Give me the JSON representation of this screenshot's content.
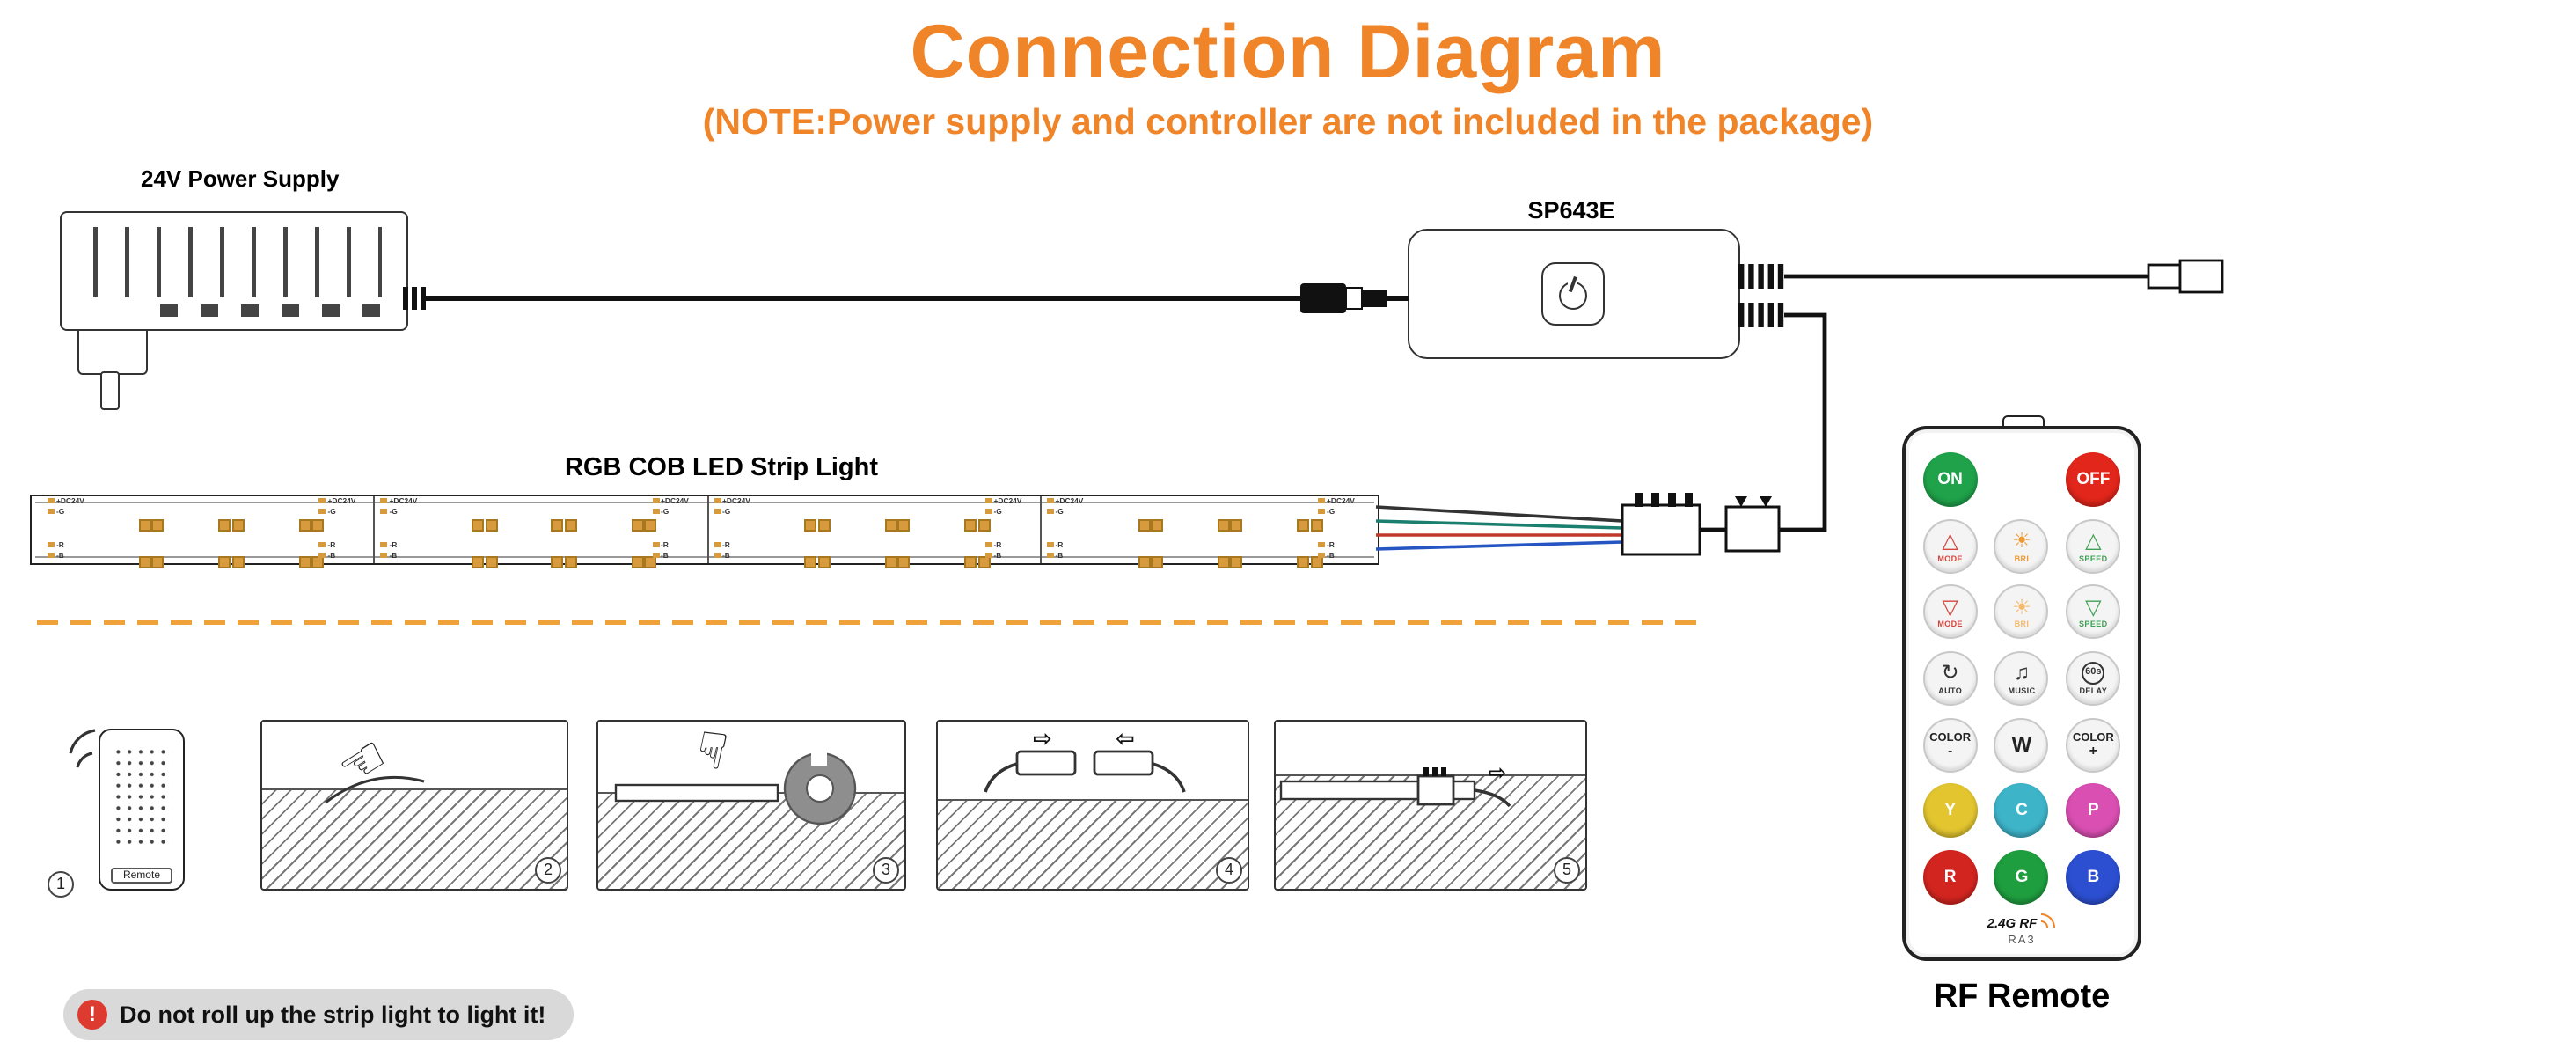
{
  "page": {
    "title": "Connection Diagram",
    "subtitle": "(NOTE:Power supply and controller are not included in the package)",
    "accent_color": "#F08428"
  },
  "diagram": {
    "power_supply_label": "24V Power Supply",
    "controller_label": "SP643E",
    "strip_label": "RGB COB LED Strip Light",
    "strip_pads": {
      "plus": "+DC24V",
      "g": "-G",
      "r": "-R",
      "b": "-B"
    },
    "segments": 4,
    "clusters_per_segment": 3
  },
  "steps": {
    "mini_remote_label": "Remote",
    "numbers": [
      "1",
      "2",
      "3",
      "4",
      "5"
    ]
  },
  "remote": {
    "name": "RF Remote",
    "footer": "2.4G RF",
    "model": "RA3",
    "delay_icon_text": "60s",
    "rows": [
      [
        {
          "type": "solid",
          "label": "ON",
          "bg": "#1FA24A"
        },
        {
          "type": "empty"
        },
        {
          "type": "solid",
          "label": "OFF",
          "bg": "#E3261B"
        }
      ],
      [
        {
          "type": "icon",
          "icon": "tri-up",
          "color": "#D5453C",
          "sub": "MODE"
        },
        {
          "type": "icon",
          "icon": "sun",
          "color": "#F0992E",
          "sub": "BRI"
        },
        {
          "type": "icon",
          "icon": "tri-up",
          "color": "#3FA054",
          "sub": "SPEED"
        }
      ],
      [
        {
          "type": "icon",
          "icon": "tri-down",
          "color": "#D5453C",
          "sub": "MODE"
        },
        {
          "type": "icon",
          "icon": "sun",
          "color": "#F5B969",
          "sub": "BRI"
        },
        {
          "type": "icon",
          "icon": "tri-down",
          "color": "#3FA054",
          "sub": "SPEED"
        }
      ],
      [
        {
          "type": "icon",
          "icon": "auto",
          "color": "#333333",
          "sub": "AUTO"
        },
        {
          "type": "icon",
          "icon": "music",
          "color": "#333333",
          "sub": "MUSIC"
        },
        {
          "type": "icon",
          "icon": "delay",
          "color": "#333333",
          "sub": "DELAY"
        }
      ],
      [
        {
          "type": "text2",
          "label": "COLOR",
          "sub": "-"
        },
        {
          "type": "big",
          "label": "W"
        },
        {
          "type": "text2",
          "label": "COLOR",
          "sub": "+"
        }
      ],
      [
        {
          "type": "solid",
          "label": "Y",
          "bg": "#E2C52F"
        },
        {
          "type": "solid",
          "label": "C",
          "bg": "#3EB4C9"
        },
        {
          "type": "solid",
          "label": "P",
          "bg": "#D94FB2"
        }
      ],
      [
        {
          "type": "solid",
          "label": "R",
          "bg": "#D3251F"
        },
        {
          "type": "solid",
          "label": "G",
          "bg": "#1F9E3F"
        },
        {
          "type": "solid",
          "label": "B",
          "bg": "#2C4FD1"
        }
      ]
    ]
  },
  "warning": {
    "icon_mark": "!",
    "text": "Do not roll up the strip light to light it!"
  }
}
